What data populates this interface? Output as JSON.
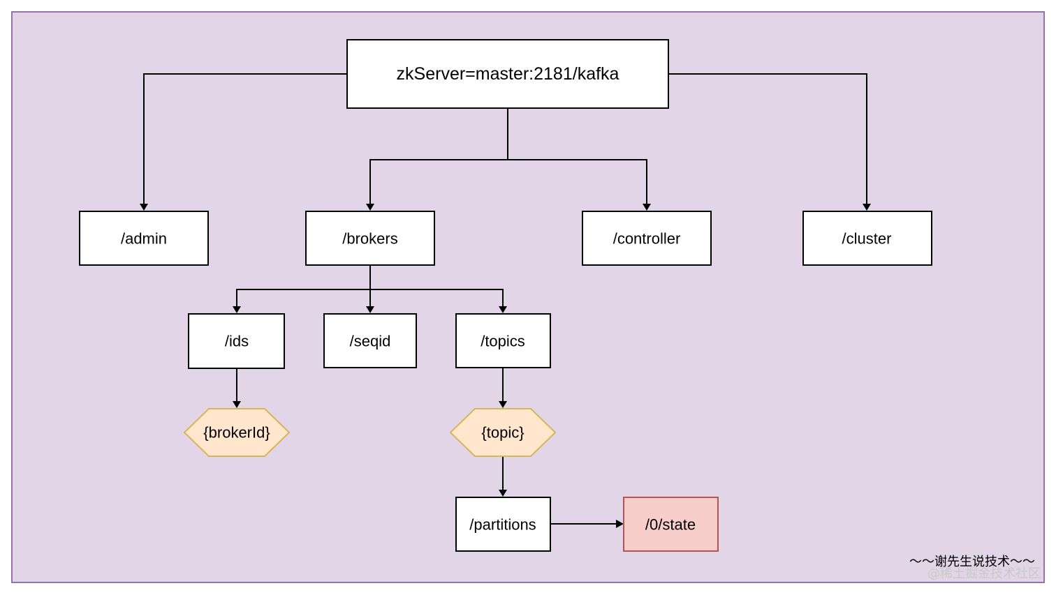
{
  "diagram": {
    "root": "zkServer=master:2181/kafka",
    "level1": [
      "/admin",
      "/brokers",
      "/controller",
      "/cluster"
    ],
    "brokers_children": [
      "/ids",
      "/seqid",
      "/topics"
    ],
    "broker_id": "{brokerId}",
    "topic": "{topic}",
    "partitions": "/partitions",
    "state": "/0/state"
  },
  "signature": "～～谢先生说技术～～",
  "watermark": "@稀土掘金技术社区",
  "colors": {
    "background": "#e1d5e7",
    "background_border": "#9673a6",
    "hexagon_fill": "#ffe6cc",
    "hexagon_stroke": "#d6b656",
    "state_fill": "#f8cecc",
    "state_stroke": "#b85450"
  }
}
